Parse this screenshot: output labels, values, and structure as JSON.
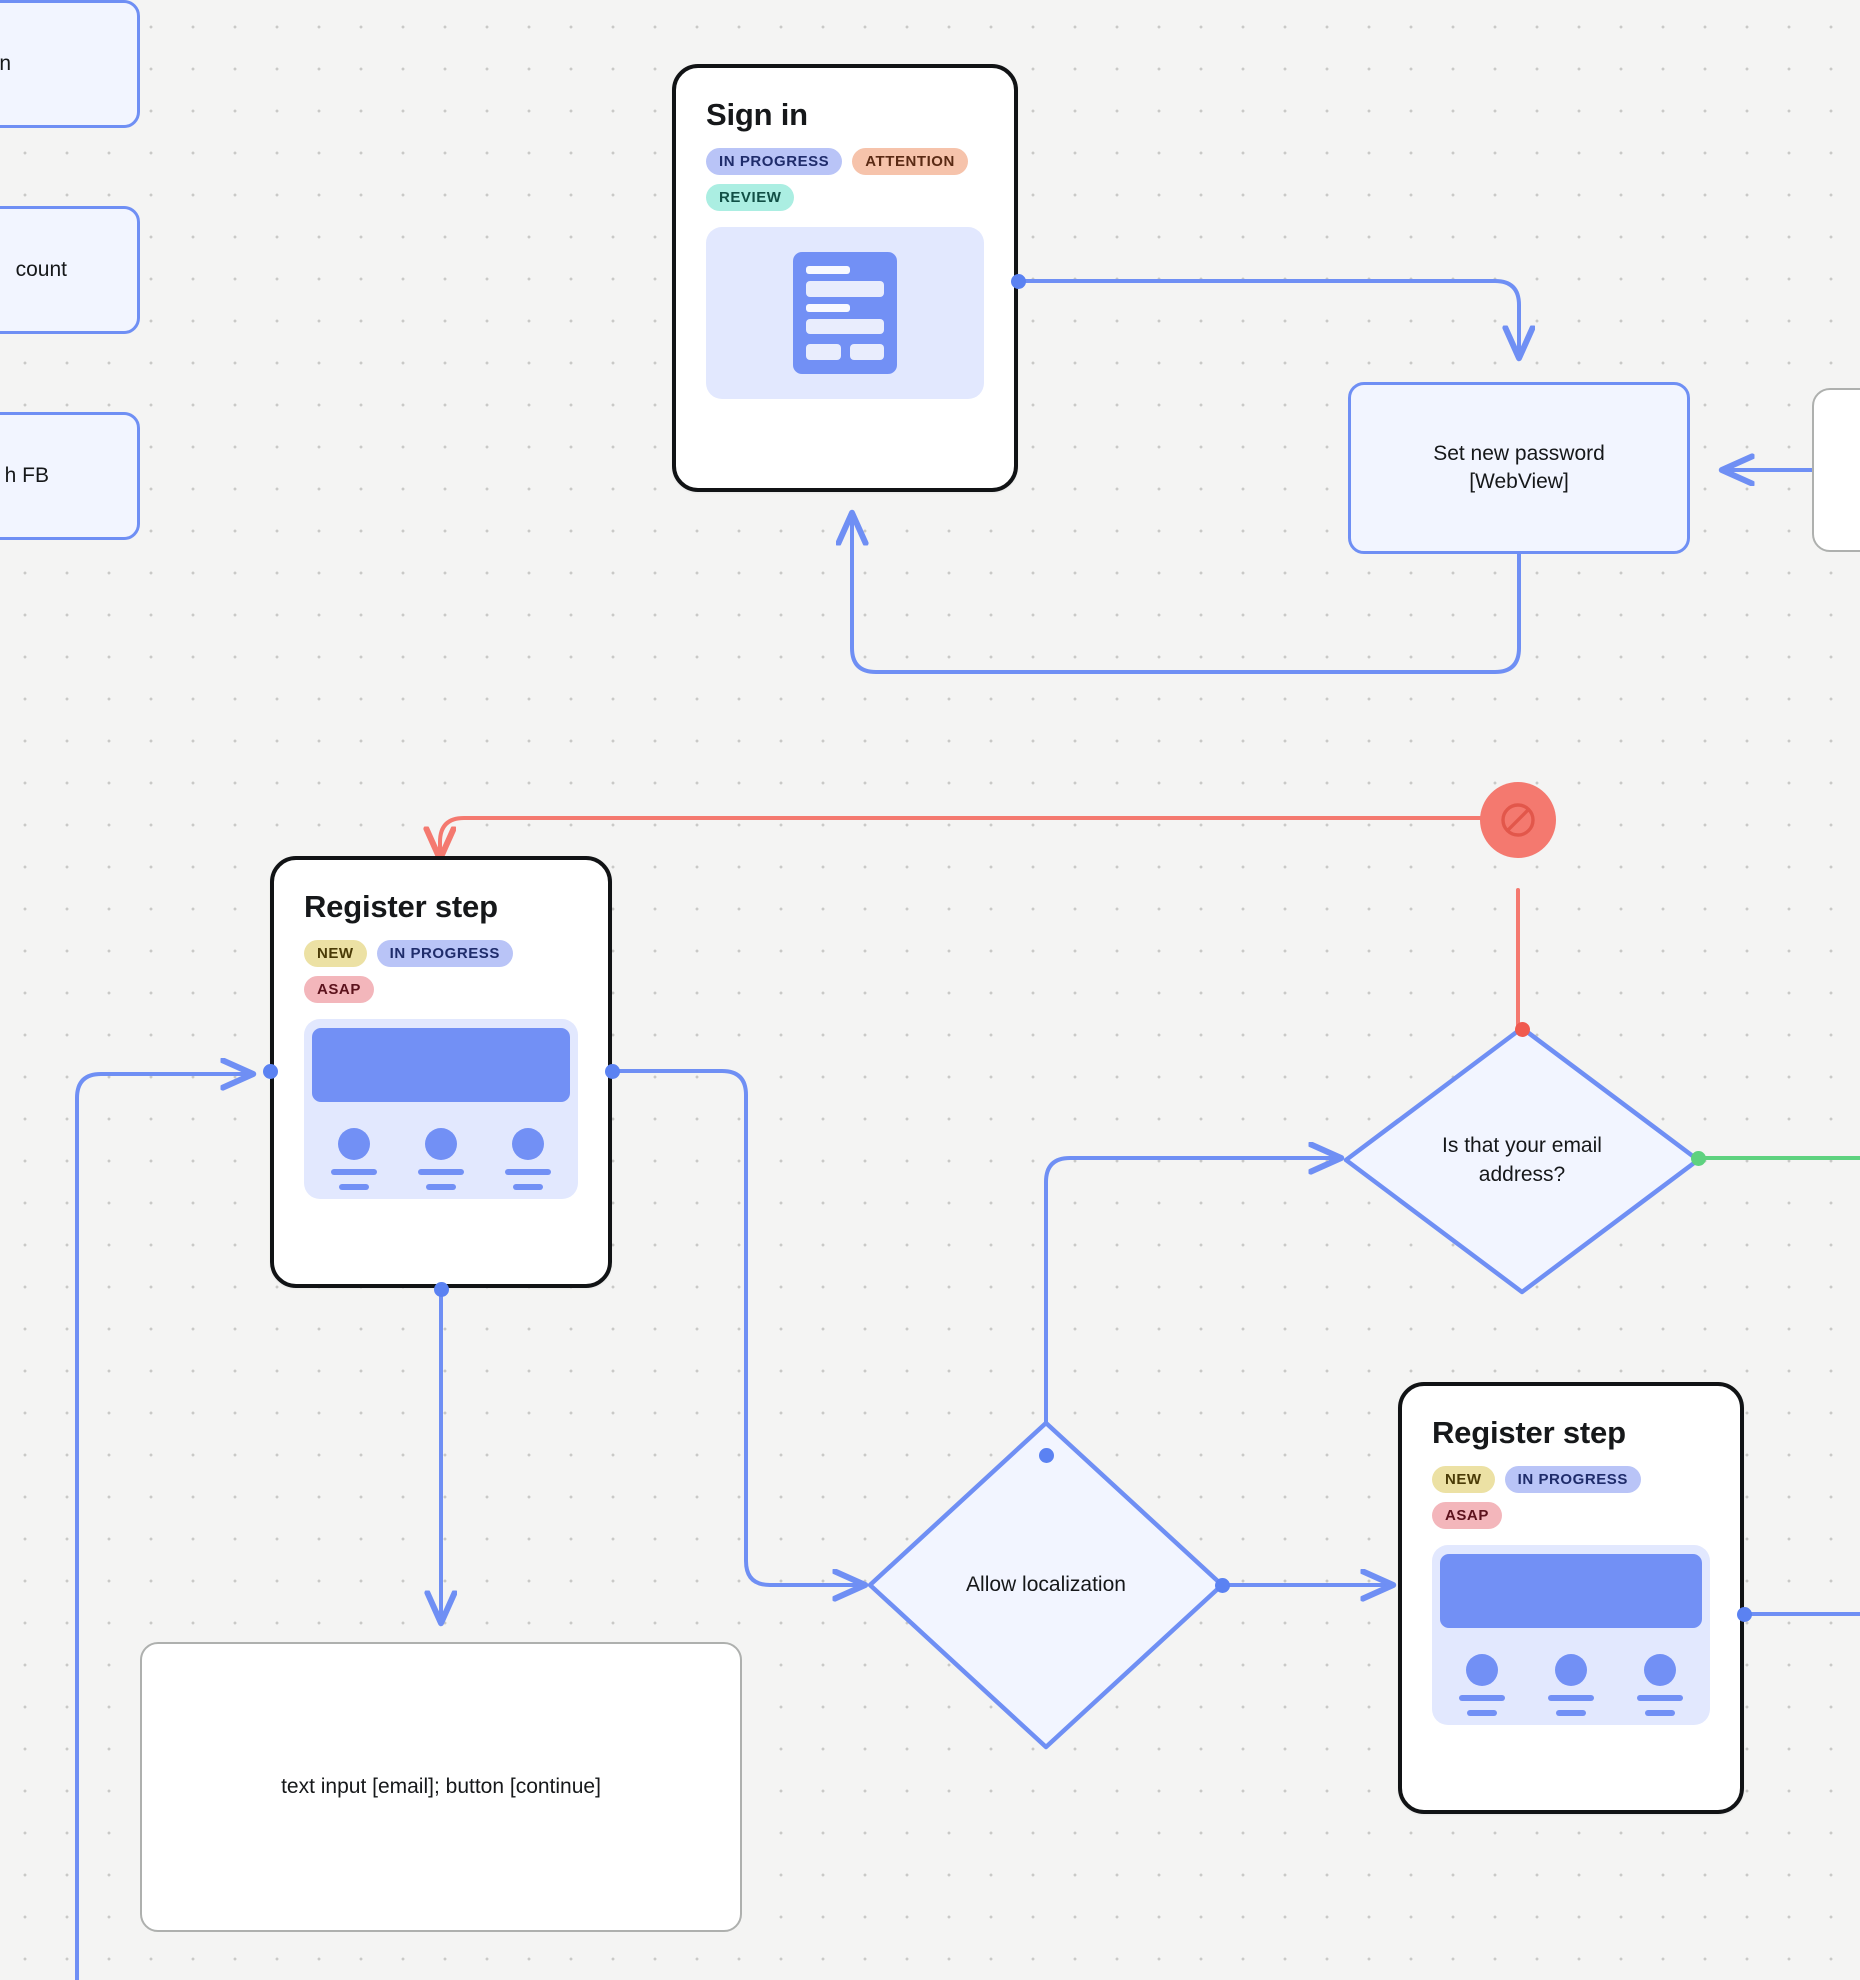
{
  "canvas": {
    "background_color": "#f4f4f3",
    "grid": "dot-grid"
  },
  "palette": {
    "edge_blue": "#6f8ff4",
    "edge_red": "#f4796f",
    "edge_green": "#5ed27f",
    "card_border_dark": "#111315",
    "node_border_blue": "#6f8ff4",
    "node_fill_light_blue": "#f2f5ff",
    "preview_fill": "#e2e8fe",
    "glyph_blue": "#7290f5",
    "note_border_grey": "#aeb0ae"
  },
  "nodes": {
    "sign_in": {
      "title": "Sign in",
      "tags": [
        {
          "label": "IN PROGRESS",
          "bg": "#b9c4f7",
          "fg": "#1f2c6b"
        },
        {
          "label": "ATTENTION",
          "bg": "#f6c3ab",
          "fg": "#5a2a14"
        },
        {
          "label": "REVIEW",
          "bg": "#abeee2",
          "fg": "#115046"
        }
      ],
      "preview": "form-mockup"
    },
    "set_new_password": {
      "label": "Set new password [WebView]",
      "line1": "Set new password",
      "line2": "[WebView]"
    },
    "register_step_left": {
      "title": "Register step",
      "tags": [
        {
          "label": "NEW",
          "bg": "#ece1a4",
          "fg": "#4a3b06"
        },
        {
          "label": "IN PROGRESS",
          "bg": "#b9c4f7",
          "fg": "#1f2c6b"
        },
        {
          "label": "ASAP",
          "bg": "#f3b6bb",
          "fg": "#5c121c"
        }
      ],
      "preview": "list-mockup"
    },
    "register_step_right": {
      "title": "Register step",
      "tags": [
        {
          "label": "NEW",
          "bg": "#ece1a4",
          "fg": "#4a3b06"
        },
        {
          "label": "IN PROGRESS",
          "bg": "#b9c4f7",
          "fg": "#1f2c6b"
        },
        {
          "label": "ASAP",
          "bg": "#f3b6bb",
          "fg": "#5c121c"
        }
      ],
      "preview": "list-mockup"
    },
    "decision_email": {
      "line1": "Is that your email",
      "line2": "address?"
    },
    "decision_localization": {
      "label": "Allow localization"
    },
    "note_text_input": {
      "label": "text input [email]; button [continue]"
    },
    "blocked_marker": {
      "icon": "prohibited-icon"
    },
    "offscreen_left": [
      {
        "label": "n"
      },
      {
        "label": "count"
      },
      {
        "label": "h FB"
      }
    ]
  }
}
